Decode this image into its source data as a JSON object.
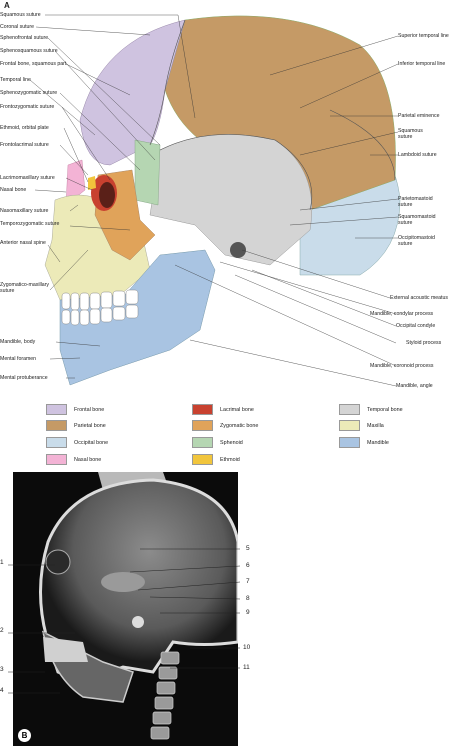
{
  "panel_a": {
    "letter": "A",
    "left_labels": [
      "Squamous suture",
      "Coronal suture",
      "Sphenofrontal suture",
      "Sphenosquamous suture",
      "Frontal bone, squamous part",
      "Temporal line",
      "Sphenozygomatic suture",
      "Frontozygomatic suture",
      "Ethmoid, orbital plate",
      "Frontolacrimal suture",
      "Lacrimomaxillary suture",
      "Nasal bone",
      "Nasomaxillary suture",
      "Temporozygomatic suture",
      "Anterior nasal spine",
      "Zygomatico-maxillary suture",
      "Mandible, body",
      "Mental foramen",
      "Mental protuberance"
    ],
    "right_labels": [
      "Superior temporal line",
      "Inferior temporal line",
      "Parietal eminence",
      "Squamous suture",
      "Lambdoid suture",
      "Parietomastoid suture",
      "Squamomastoid suture",
      "Occipitomastoid suture",
      "External acoustic meatus",
      "Mandible, condylar process",
      "Occipital condyle",
      "Styloid process",
      "Mandible, coronoid process",
      "Mandible, angle"
    ]
  },
  "legend": [
    {
      "label": "Frontal bone",
      "color": "#cfc3e0"
    },
    {
      "label": "Parietal bone",
      "color": "#c59a66"
    },
    {
      "label": "Occipital bone",
      "color": "#c9dcea"
    },
    {
      "label": "Nasal bone",
      "color": "#f3b3d5"
    },
    {
      "label": "Lacrimal bone",
      "color": "#c8412f"
    },
    {
      "label": "Zygomatic bone",
      "color": "#e0a35a"
    },
    {
      "label": "Sphenoid",
      "color": "#b5d6b2"
    },
    {
      "label": "Ethmoid",
      "color": "#f1c53c"
    },
    {
      "label": "Temporal bone",
      "color": "#d4d4d4"
    },
    {
      "label": "Maxilla",
      "color": "#eceab8"
    },
    {
      "label": "Mandible",
      "color": "#a9c4e2"
    }
  ],
  "panel_b": {
    "letter": "B",
    "left_numbers": [
      "1",
      "2",
      "3",
      "4"
    ],
    "right_numbers": [
      "5",
      "6",
      "7",
      "8",
      "9",
      "10",
      "11"
    ]
  }
}
